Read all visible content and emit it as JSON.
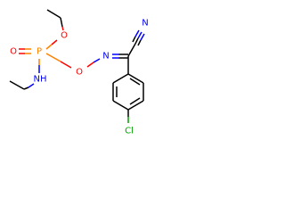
{
  "atoms": {
    "oxygen": "O",
    "phosphorus": "P",
    "nitrogen": "N",
    "amine": "NH",
    "chlorine": "Cl"
  },
  "colors": {
    "bond": "#000000",
    "oxygen": "#ff0000",
    "nitrogen": "#0000ff",
    "phosphorus": "#ff8000",
    "chlorine": "#00a000"
  }
}
